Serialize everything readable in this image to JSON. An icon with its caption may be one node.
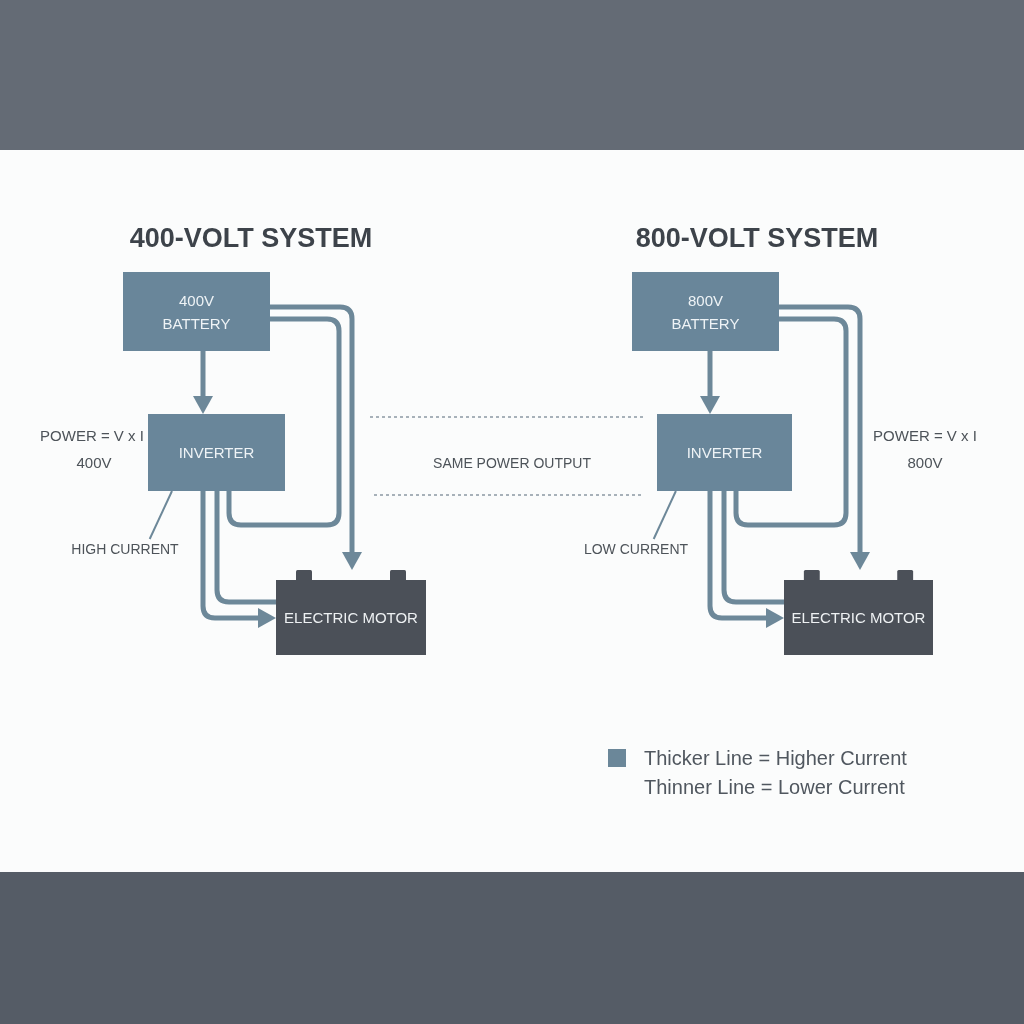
{
  "diagram": {
    "nodes": [
      {
        "text": [
          "400V BATTERY"
        ]
      },
      {
        "text": [
          "INVERTER"
        ]
      },
      {
        "text": [
          "ELECTRIC MOTOR"
        ]
      },
      {
        "text": [
          "HIGH CURRENT"
        ]
      },
      {
        "text": [
          "800V BATTERY"
        ]
      },
      {
        "text": [
          "INVERTER"
        ]
      },
      {
        "text": [
          "ELECTRIC MOTOR"
        ]
      },
      {
        "text": [
          "LOW CURRENT"
        ]
      }
    ],
    "edges": [
      {
        "from": 0,
        "to": 1,
        "arrow": "to"
      },
      {
        "from": 0,
        "to": 2,
        "arrow": "to"
      },
      {
        "from": 0,
        "to": 1,
        "arrow": "none"
      },
      {
        "from": 1,
        "to": 2,
        "arrow": "none"
      },
      {
        "from": 1,
        "to": 2,
        "arrow": "to"
      },
      {
        "from": 3,
        "to": 1,
        "arrow": "none"
      },
      {
        "from": 4,
        "to": 5,
        "arrow": "to"
      },
      {
        "from": 4,
        "to": 6,
        "arrow": "to"
      },
      {
        "from": 4,
        "to": 5,
        "arrow": "none"
      },
      {
        "from": 5,
        "to": 6,
        "arrow": "none"
      },
      {
        "from": 5,
        "to": 6,
        "arrow": "to"
      },
      {
        "from": 7,
        "to": 5,
        "arrow": "none"
      }
    ],
    "labels": [
      "400-VOLT SYSTEM",
      "800-VOLT SYSTEM",
      "POWER = V x I",
      "400V",
      "SAME POWER OUTPUT",
      "POWER = V x I",
      "800V"
    ],
    "legend": [
      {
        "text": "Thicker Line = Higher Current",
        "color": "#6b8799"
      },
      {
        "text": "Thinner Line = Lower Current"
      }
    ]
  }
}
